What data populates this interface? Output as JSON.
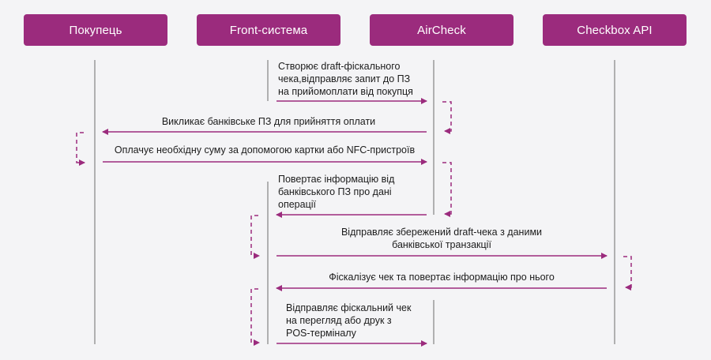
{
  "colors": {
    "actor_bg": "#9b2b7d",
    "arrow": "#9b2b7d",
    "lifeline": "#9a9a9a",
    "background": "#f4f4f6"
  },
  "actors": [
    {
      "id": "buyer",
      "label": "Покупець"
    },
    {
      "id": "front",
      "label": "Front-система"
    },
    {
      "id": "aircheck",
      "label": "AirCheck"
    },
    {
      "id": "checkbox",
      "label": "Checkbox API"
    }
  ],
  "messages": [
    {
      "id": "m1",
      "from": "front",
      "to": "aircheck",
      "lines": [
        "Створює draft-фіскального",
        "чека,відправляє запит до ПЗ",
        "на прийомоплати від покупця"
      ]
    },
    {
      "id": "m2",
      "from": "aircheck",
      "to": "buyer",
      "lines": [
        "Викликає банківське ПЗ для прийняття оплати"
      ]
    },
    {
      "id": "m3",
      "from": "buyer",
      "to": "aircheck",
      "lines": [
        "Оплачує необхідну суму за допомогою картки або NFC-пристроїв"
      ]
    },
    {
      "id": "m4",
      "from": "aircheck",
      "to": "front",
      "lines": [
        "Повертає інформацію від",
        "банківського ПЗ про дані",
        "операції"
      ]
    },
    {
      "id": "m5",
      "from": "front",
      "to": "checkbox",
      "lines": [
        "Відправляє збережений draft-чека з даними",
        "банківської транзакції"
      ]
    },
    {
      "id": "m6",
      "from": "checkbox",
      "to": "front",
      "lines": [
        "Фіскалізує чек та повертає інформацію про нього"
      ]
    },
    {
      "id": "m7",
      "from": "front",
      "to": "aircheck",
      "lines": [
        "Відправляє фіскальний чек",
        "на перегляд або друк з",
        "POS-терміналу"
      ]
    }
  ]
}
